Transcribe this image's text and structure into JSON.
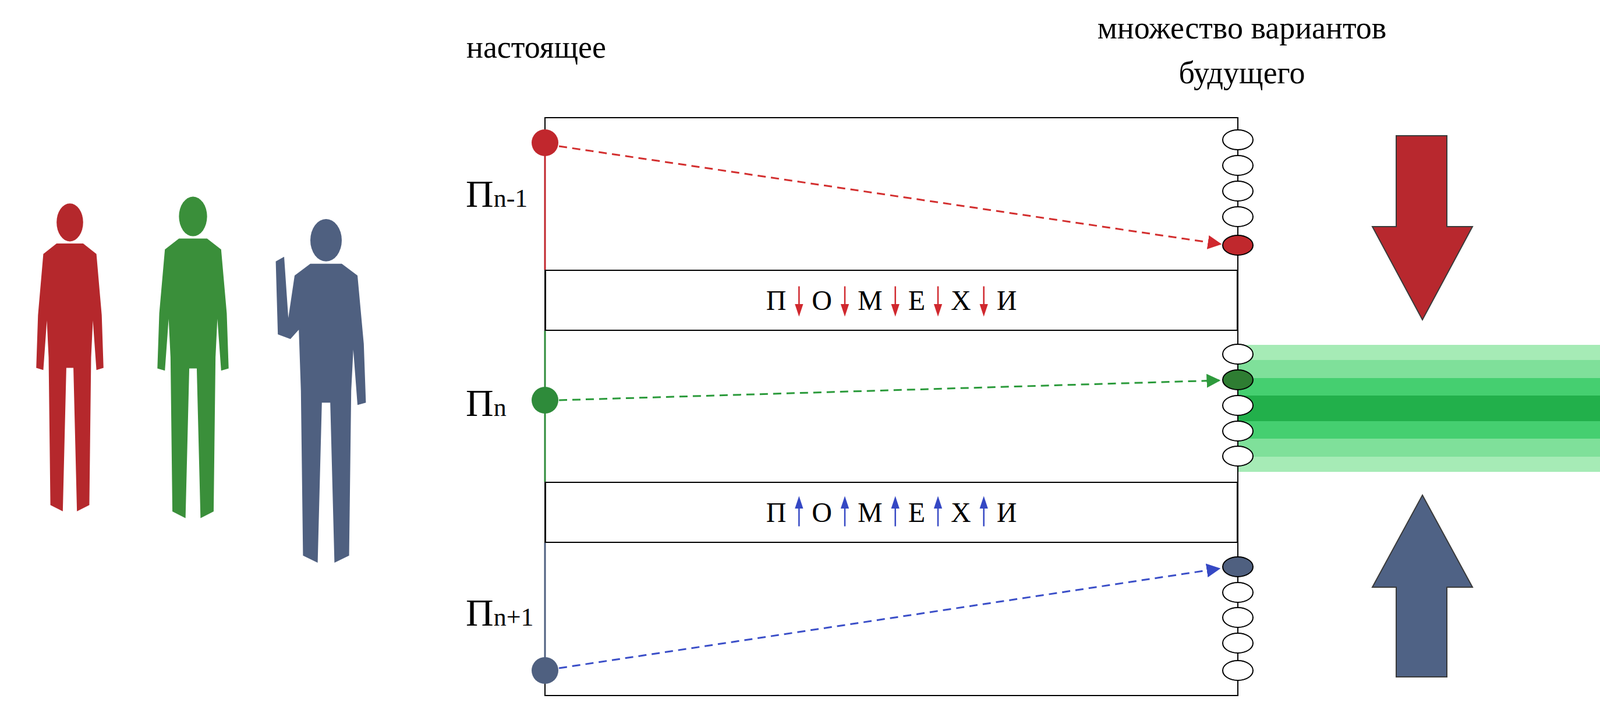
{
  "diagram": {
    "nodes": [
      {
        "text": [
          "ПОМЕХИ"
        ]
      },
      {
        "text": [
          "ПОМЕХИ"
        ]
      }
    ],
    "labels": [
      "настоящее",
      "множество вариантов будущего",
      "Пn-1",
      "Пn",
      "Пn+1"
    ]
  }
}
